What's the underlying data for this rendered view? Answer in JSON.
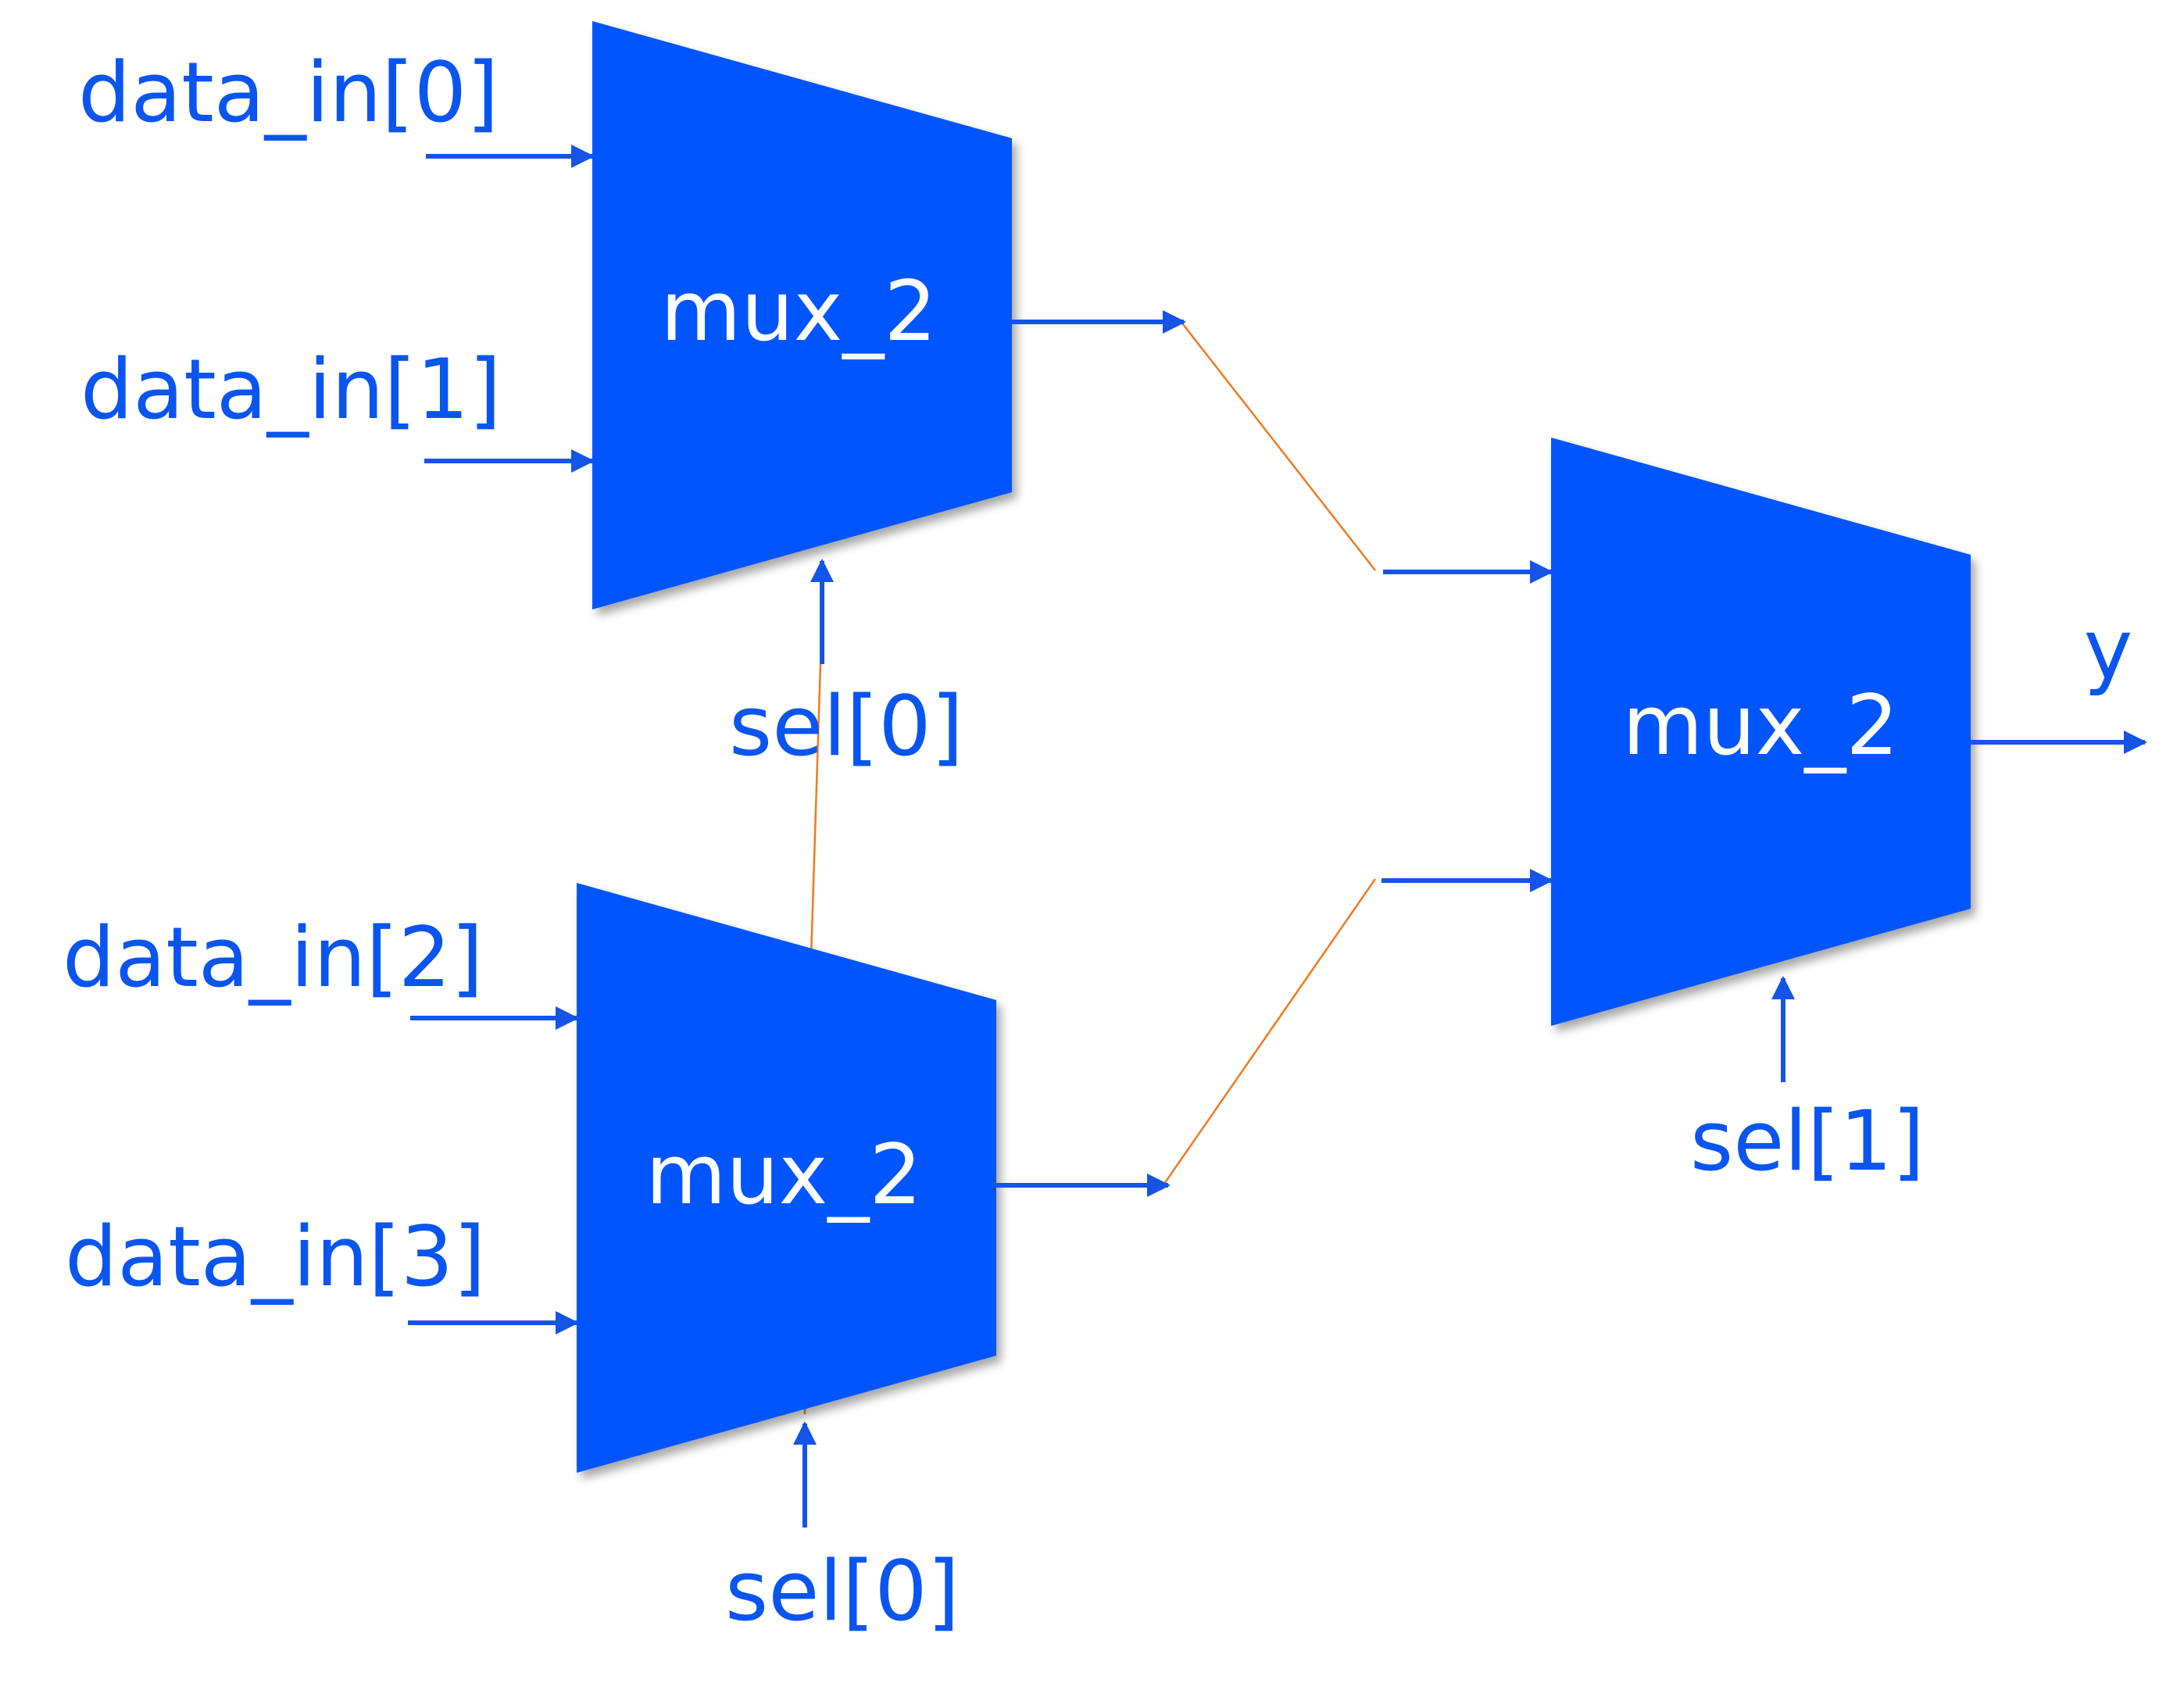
{
  "inputs": {
    "data_in_0": "data_in[0]",
    "data_in_1": "data_in[1]",
    "data_in_2": "data_in[2]",
    "data_in_3": "data_in[3]"
  },
  "selects": {
    "sel_0_top": "sel[0]",
    "sel_0_bottom": "sel[0]",
    "sel_1": "sel[1]"
  },
  "muxes": {
    "top": "mux_2",
    "bottom": "mux_2",
    "final": "mux_2"
  },
  "output": {
    "y": "y"
  },
  "colors": {
    "mux_fill": "#0355FF",
    "label_text": "#0A55F0",
    "wire": "#1454E6",
    "route_line": "#F07A1E"
  }
}
